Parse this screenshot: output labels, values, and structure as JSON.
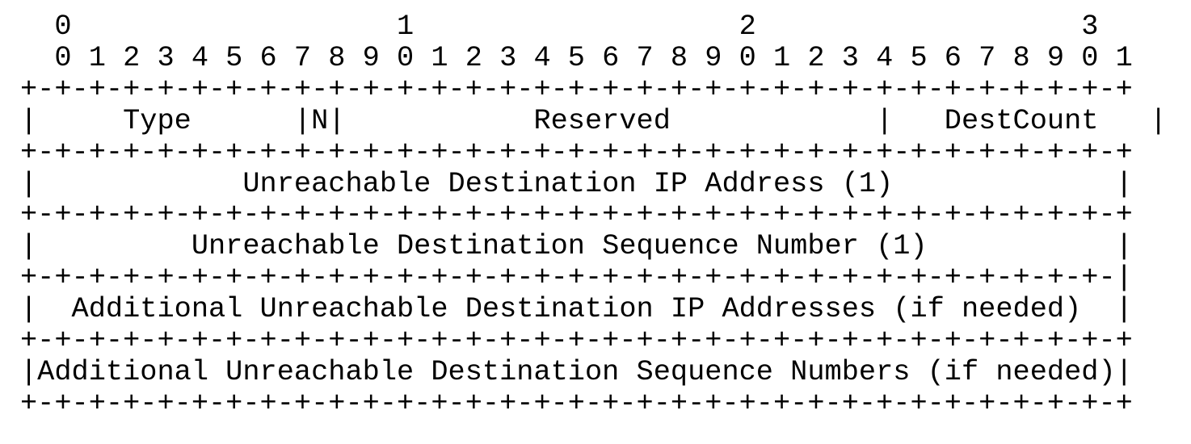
{
  "bit_ruler": {
    "tens": "  0                   1                   2                   3",
    "ones": "  0 1 2 3 4 5 6 7 8 9 0 1 2 3 4 5 6 7 8 9 0 1 2 3 4 5 6 7 8 9 0 1"
  },
  "rows": [
    "+-+-+-+-+-+-+-+-+-+-+-+-+-+-+-+-+-+-+-+-+-+-+-+-+-+-+-+-+-+-+-+-+",
    "|     Type      |N|           Reserved            |   DestCount   |",
    "+-+-+-+-+-+-+-+-+-+-+-+-+-+-+-+-+-+-+-+-+-+-+-+-+-+-+-+-+-+-+-+-+",
    "|            Unreachable Destination IP Address (1)             |",
    "+-+-+-+-+-+-+-+-+-+-+-+-+-+-+-+-+-+-+-+-+-+-+-+-+-+-+-+-+-+-+-+-+",
    "|         Unreachable Destination Sequence Number (1)           |",
    "+-+-+-+-+-+-+-+-+-+-+-+-+-+-+-+-+-+-+-+-+-+-+-+-+-+-+-+-+-+-+-+-|",
    "|  Additional Unreachable Destination IP Addresses (if needed)  |",
    "+-+-+-+-+-+-+-+-+-+-+-+-+-+-+-+-+-+-+-+-+-+-+-+-+-+-+-+-+-+-+-+-+",
    "|Additional Unreachable Destination Sequence Numbers (if needed)|",
    "+-+-+-+-+-+-+-+-+-+-+-+-+-+-+-+-+-+-+-+-+-+-+-+-+-+-+-+-+-+-+-+-+"
  ]
}
